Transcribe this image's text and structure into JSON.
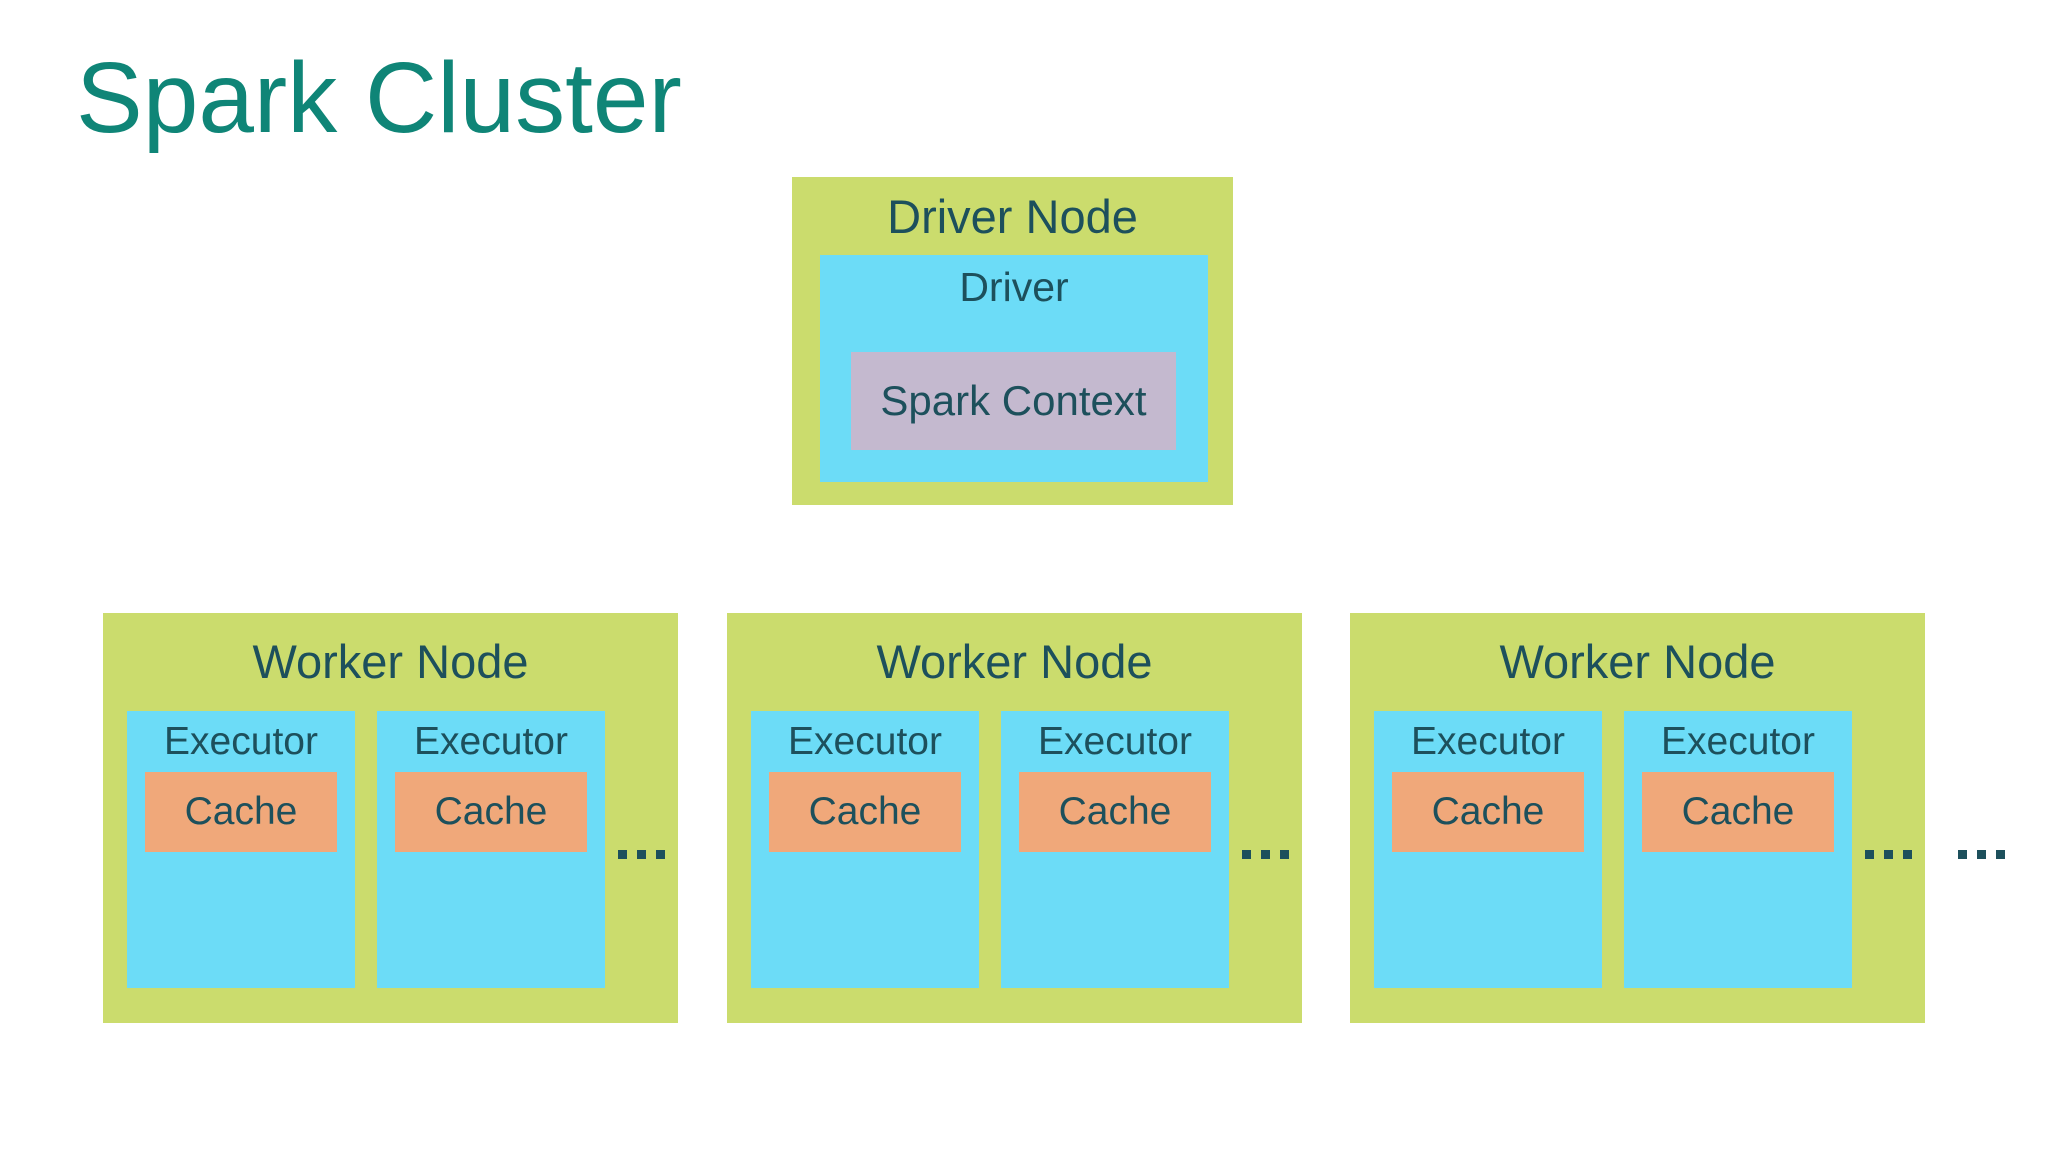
{
  "slide": {
    "title": "Spark Cluster",
    "background": "#ffffff"
  },
  "colors": {
    "title_text": "#0f8577",
    "node_background": "#cbdc6d",
    "process_background": "#6cdcf7",
    "cache_background": "#f0a87a",
    "context_background": "#c4b9cf",
    "label_text": "#1d505c"
  },
  "icons": {
    "more_indicator": "..."
  },
  "driver_node": {
    "title": "Driver Node",
    "process": {
      "label": "Driver",
      "context_label": "Spark Context"
    }
  },
  "worker_nodes": [
    {
      "title": "Worker Node",
      "executors": [
        {
          "label": "Executor",
          "cache_label": "Cache"
        },
        {
          "label": "Executor",
          "cache_label": "Cache"
        }
      ],
      "more_executors": "..."
    },
    {
      "title": "Worker Node",
      "executors": [
        {
          "label": "Executor",
          "cache_label": "Cache"
        },
        {
          "label": "Executor",
          "cache_label": "Cache"
        }
      ],
      "more_executors": "..."
    },
    {
      "title": "Worker Node",
      "executors": [
        {
          "label": "Executor",
          "cache_label": "Cache"
        },
        {
          "label": "Executor",
          "cache_label": "Cache"
        }
      ],
      "more_executors": "..."
    }
  ],
  "more_worker_nodes": "..."
}
